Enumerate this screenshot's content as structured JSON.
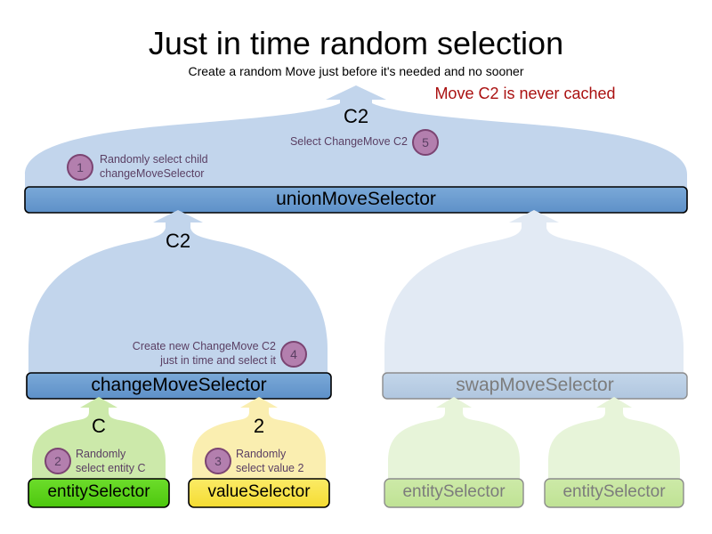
{
  "header": {
    "title": "Just in time random selection",
    "subtitle": "Create a random Move just before it's needed and no sooner",
    "note": "Move C2 is never cached",
    "note_color": "#aa1111"
  },
  "colors": {
    "funnel_blue_fill": "#c2d5ec",
    "funnel_blue_faded": "#e2eaf4",
    "bar_blue_fill": "#6a9bd1",
    "bar_blue_faded": "#b5cbe4",
    "funnel_green_fill": "#cce9aa",
    "funnel_green_faded": "#e7f4d9",
    "bar_green_fill": "#55d317",
    "bar_green_faded": "#c3e79a",
    "funnel_yellow_fill": "#faeeb0",
    "bar_yellow_fill": "#f8e34a",
    "badge_fill": "#b37fae",
    "badge_stroke": "#7b4472",
    "stroke_dark": "#000000",
    "stroke_faded": "#8c8c8c",
    "text_faded": "#7c7c7c",
    "annotation_text": "#5a3f63"
  },
  "levels": [
    {
      "name": "root",
      "funnel": {
        "payload_label": "C2",
        "annotations": [
          {
            "badge": "1",
            "lines": [
              "Randomly select child",
              "changeMoveSelector"
            ],
            "badge_side": "left"
          },
          {
            "badge": "5",
            "lines": [
              "Select ChangeMove C2"
            ],
            "badge_side": "right"
          }
        ]
      },
      "bar": {
        "label": "unionMoveSelector",
        "state": "active"
      }
    },
    {
      "name": "change-branch",
      "funnel": {
        "payload_label": "C2",
        "annotations": [
          {
            "badge": "4",
            "lines": [
              "Create new ChangeMove C2",
              "just in time and select it"
            ],
            "badge_side": "right"
          }
        ]
      },
      "bar": {
        "label": "changeMoveSelector",
        "state": "active"
      }
    },
    {
      "name": "swap-branch",
      "funnel": {
        "payload_label": "",
        "annotations": []
      },
      "bar": {
        "label": "swapMoveSelector",
        "state": "faded"
      }
    }
  ],
  "leaves": [
    {
      "name": "entity-selector-change",
      "funnel_payload": "C",
      "badge": "2",
      "annotation_lines": [
        "Randomly",
        "select entity C"
      ],
      "bar_label": "entitySelector",
      "state": "active",
      "theme": "green"
    },
    {
      "name": "value-selector-change",
      "funnel_payload": "2",
      "badge": "3",
      "annotation_lines": [
        "Randomly",
        "select value 2"
      ],
      "bar_label": "valueSelector",
      "state": "active",
      "theme": "yellow"
    },
    {
      "name": "entity-selector-swap-left",
      "funnel_payload": "",
      "badge": "",
      "annotation_lines": [],
      "bar_label": "entitySelector",
      "state": "faded",
      "theme": "green"
    },
    {
      "name": "entity-selector-swap-right",
      "funnel_payload": "",
      "badge": "",
      "annotation_lines": [],
      "bar_label": "entitySelector",
      "state": "faded",
      "theme": "green"
    }
  ]
}
